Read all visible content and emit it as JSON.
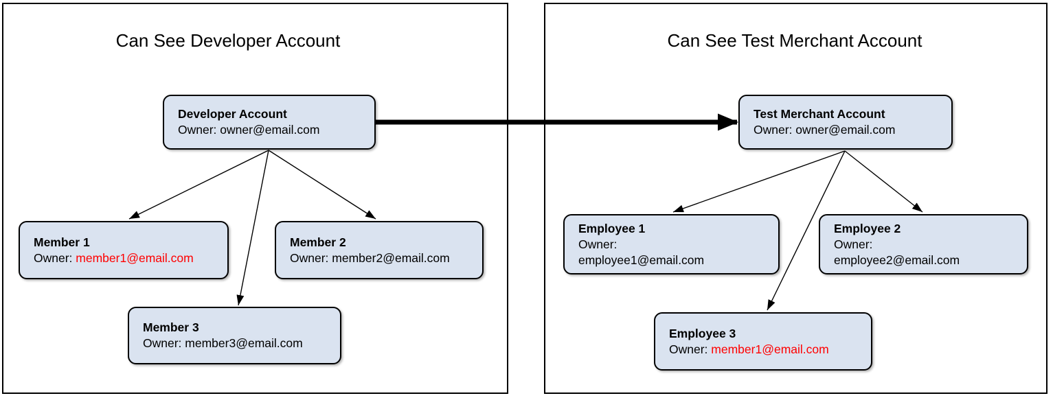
{
  "colors": {
    "node_fill": "#dae3f0",
    "node_border": "#000000",
    "panel_border": "#000000",
    "highlight_email": "#ff0000",
    "text": "#000000"
  },
  "left_panel": {
    "title": "Can See Developer Account",
    "root": {
      "title": "Developer Account",
      "owner_label": "Owner: ",
      "email": "owner@email.com",
      "email_class": "email"
    },
    "children": [
      {
        "title": "Member 1",
        "owner_label": "Owner: ",
        "email": "member1@email.com",
        "email_class": "email red"
      },
      {
        "title": "Member 2",
        "owner_label": "Owner: ",
        "email": "member2@email.com",
        "email_class": "email"
      },
      {
        "title": "Member 3",
        "owner_label": "Owner: ",
        "email": "member3@email.com",
        "email_class": "email"
      }
    ]
  },
  "right_panel": {
    "title": "Can See Test Merchant Account",
    "root": {
      "title": "Test Merchant Account",
      "owner_label": "Owner: ",
      "email": "owner@email.com",
      "email_class": "email"
    },
    "children": [
      {
        "title": "Employee 1",
        "owner_label": "Owner: ",
        "email": "employee1@email.com",
        "email_class": "email"
      },
      {
        "title": "Employee 2",
        "owner_label": "Owner: ",
        "email": "employee2@email.com",
        "email_class": "email"
      },
      {
        "title": "Employee 3",
        "owner_label": "Owner: ",
        "email": "member1@email.com",
        "email_class": "email red"
      }
    ]
  },
  "connections": {
    "cross_panel": "Developer Account -> Test Merchant Account",
    "left": [
      "Developer Account -> Member 1",
      "Developer Account -> Member 2",
      "Developer Account -> Member 3"
    ],
    "right": [
      "Test Merchant Account -> Employee 1",
      "Test Merchant Account -> Employee 2",
      "Test Merchant Account -> Employee 3"
    ]
  }
}
